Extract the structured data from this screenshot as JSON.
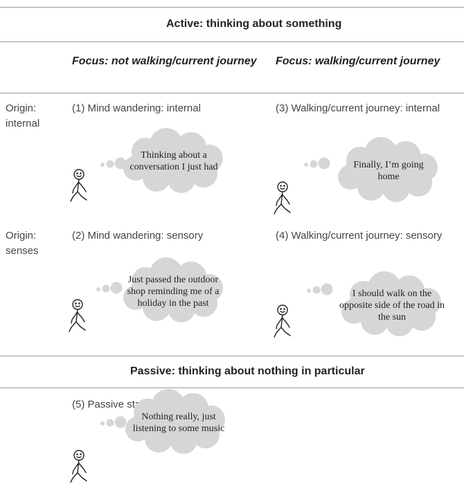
{
  "active_header": "Active: thinking about something",
  "passive_header": "Passive: thinking about nothing in particular",
  "columns": {
    "not_walking": "Focus: not walking/current journey",
    "walking": "Focus: walking/current journey"
  },
  "rows": {
    "internal": "Origin: internal",
    "senses": "Origin: senses"
  },
  "cells": {
    "c1": {
      "title": "(1) Mind wandering: internal",
      "thought": "Thinking about a conversation I just had"
    },
    "c2": {
      "title": "(2) Mind wandering: sensory",
      "thought": "Just passed the outdoor shop reminding me of a holiday in the past"
    },
    "c3": {
      "title": "(3) Walking/current journey: internal",
      "thought": "Finally, I’m going home"
    },
    "c4": {
      "title": "(4) Walking/current journey: sensory",
      "thought": "I should walk on the opposite side of the road in the sun"
    },
    "c5": {
      "title": "(5) Passive stand-by",
      "thought": "Nothing really, just listening to some music"
    }
  }
}
